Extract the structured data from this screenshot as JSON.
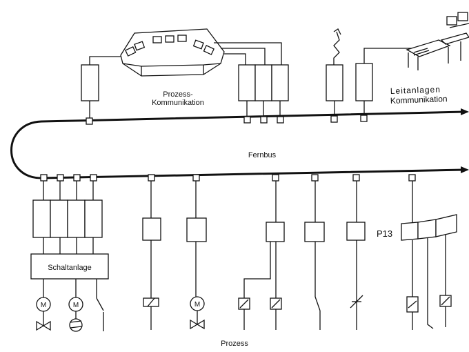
{
  "labels": {
    "process_comm_line1": "Prozess-",
    "process_comm_line2": "Kommunikation",
    "control_comm_line1": "Leitanlagen",
    "control_comm_line2": "Kommunikation",
    "fieldbus": "Fernbus",
    "switchgear": "Schaltanlage",
    "p13": "P13",
    "process": "Prozess",
    "motor_1": "M",
    "motor_2": "M",
    "motor_3": "M"
  }
}
